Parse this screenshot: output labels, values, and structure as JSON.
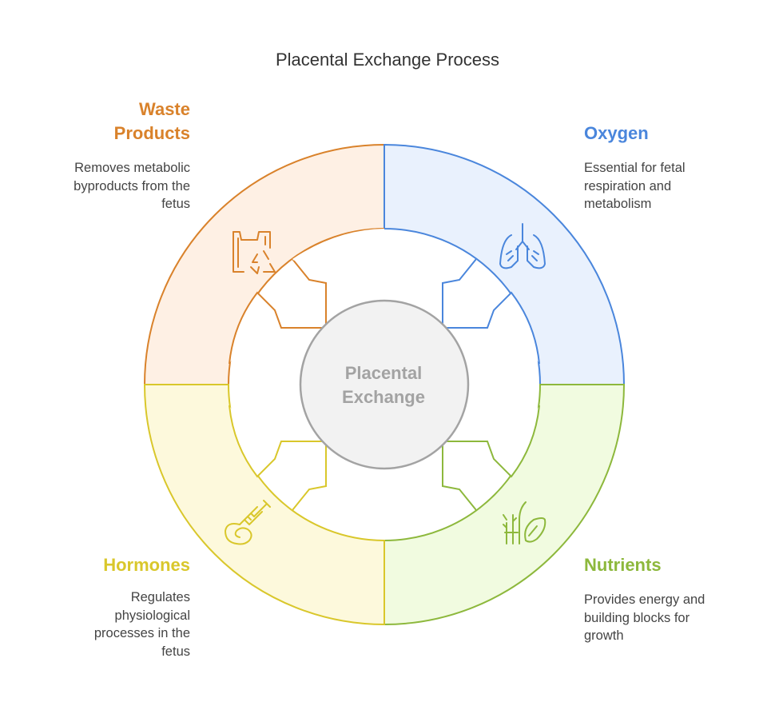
{
  "title": "Placental Exchange Process",
  "center": {
    "line1": "Placental",
    "line2": "Exchange"
  },
  "colors": {
    "waste": "#d9822b",
    "waste_fill": "#fef0e4",
    "oxygen": "#4a86dc",
    "oxygen_fill": "#e9f1fd",
    "nutrients": "#8db83c",
    "nutrients_fill": "#f1fbe0",
    "hormones": "#d9c72b",
    "hormones_fill": "#fdf9dc",
    "center_fill": "#f2f2f2",
    "center_stroke": "#a3a3a3"
  },
  "quadrants": {
    "waste": {
      "title_line1": "Waste",
      "title_line2": "Products",
      "desc_lines": [
        "Removes metabolic",
        "byproducts from the",
        "fetus"
      ],
      "icon": "recycle-bin-icon"
    },
    "oxygen": {
      "title": "Oxygen",
      "desc_lines": [
        "Essential for fetal",
        "respiration and",
        "metabolism"
      ],
      "icon": "lungs-icon"
    },
    "nutrients": {
      "title": "Nutrients",
      "desc_lines": [
        "Provides energy and",
        "building blocks for",
        "growth"
      ],
      "icon": "plant-leaf-icon"
    },
    "hormones": {
      "title": "Hormones",
      "desc_lines": [
        "Regulates",
        "physiological",
        "processes in the",
        "fetus"
      ],
      "icon": "syringe-icon"
    }
  }
}
